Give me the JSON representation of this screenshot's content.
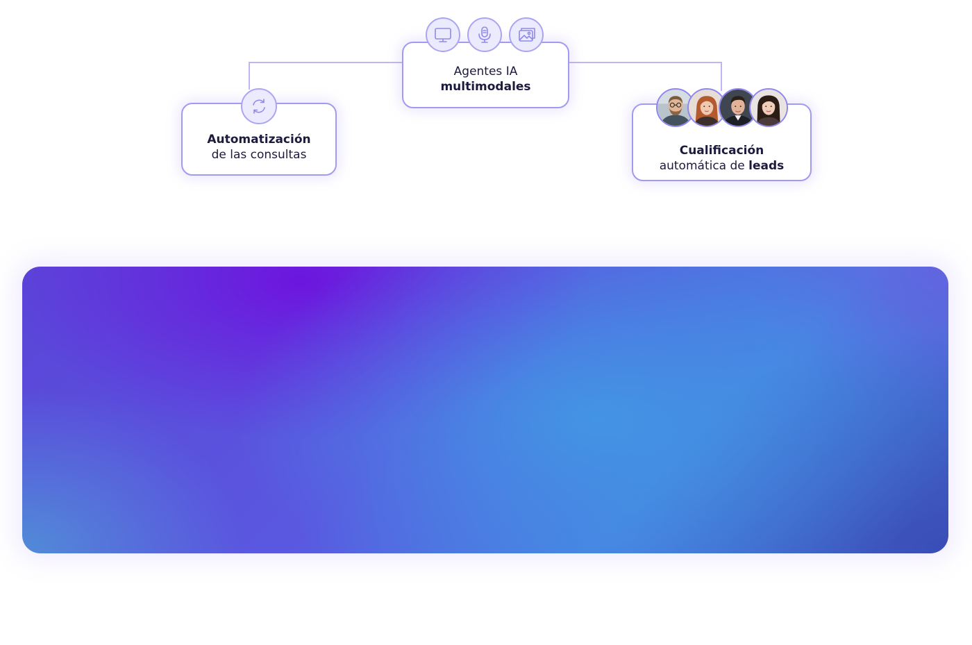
{
  "nodes": {
    "center": {
      "line1": "Agentes IA",
      "line2": "multimodales",
      "icons": [
        "monitor-icon",
        "microphone-icon",
        "image-icon"
      ]
    },
    "left": {
      "line1": "Automatización",
      "line2": "de las consultas",
      "icon": "sync-icon"
    },
    "right": {
      "line1": "Cualificación",
      "line2_prefix": "automática de ",
      "line2_bold": "leads",
      "avatars": [
        "person-1",
        "person-2",
        "person-3",
        "person-4"
      ]
    }
  },
  "colors": {
    "card_border": "#9f9af2",
    "connector": "#bcb7f4",
    "text": "#1c1a3d",
    "gradient_purple": "#6e12de",
    "gradient_blue": "#4296e4",
    "gradient_deep_blue": "#394ab4"
  }
}
